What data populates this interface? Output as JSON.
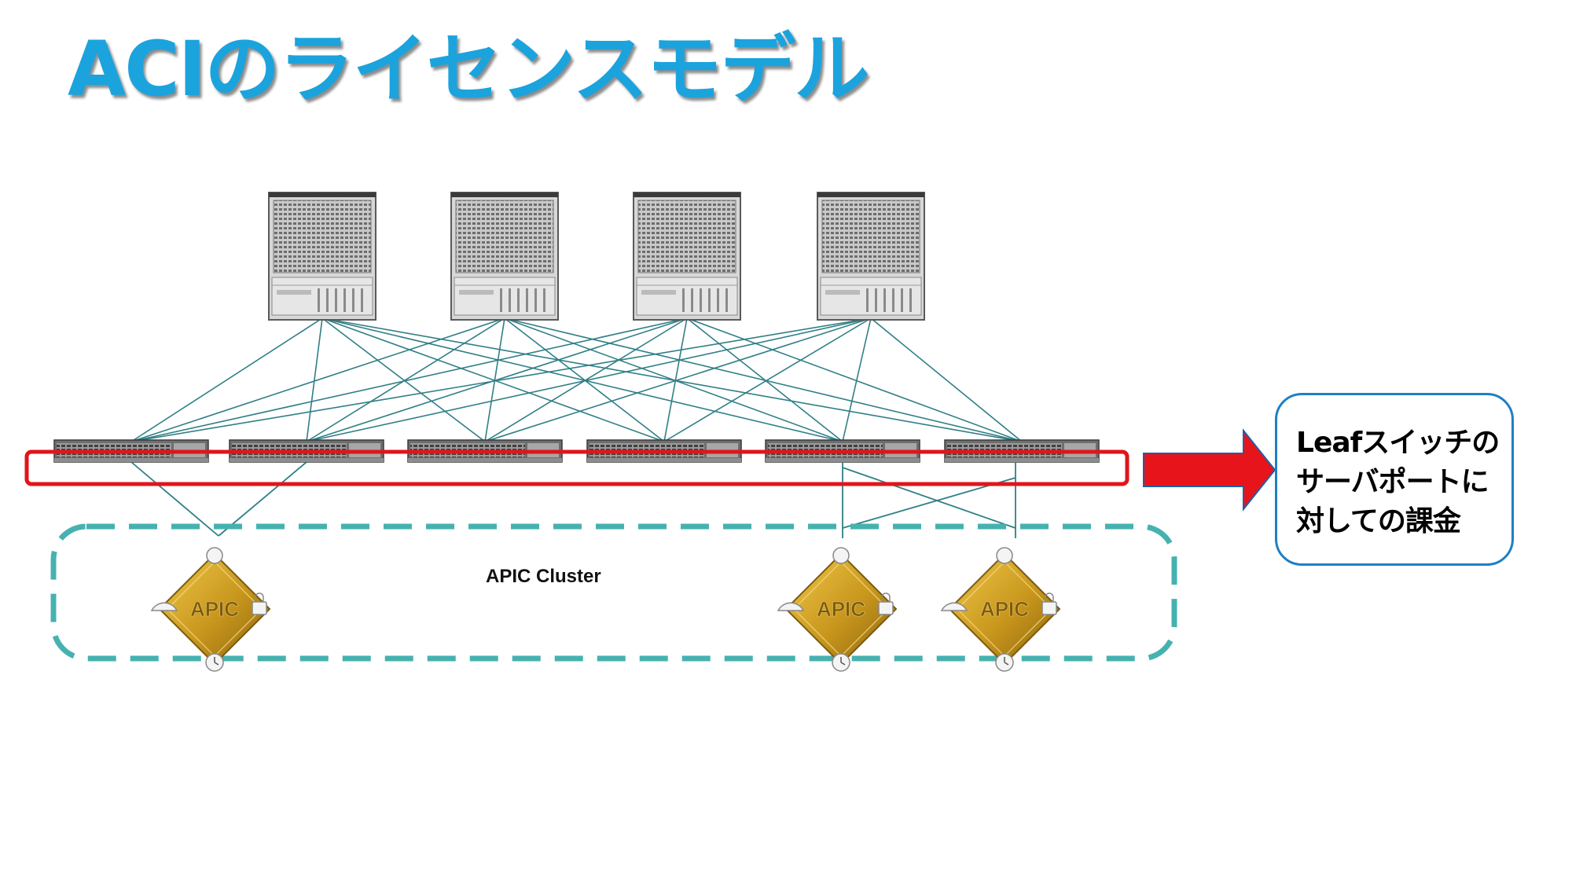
{
  "title": "ACIのライセンスモデル",
  "callout": {
    "lines": [
      "Leafスイッチの",
      "サーバポートに",
      "対しての課金"
    ]
  },
  "cluster_label": "APIC Cluster",
  "apic_label": "APIC",
  "colors": {
    "title": "#1ba3dd",
    "link": "#2f7f86",
    "highlight_box": "#e0151b",
    "arrow": "#e8141b",
    "arrow_edge": "#1f5ea8",
    "cluster_border": "#46b2b0",
    "callout_border": "#1f7fc4",
    "apic_gold": "#c8961c"
  },
  "icons": {
    "spine": "spine-switch-icon",
    "leaf": "leaf-switch-icon",
    "apic": "apic-controller-icon",
    "arrow": "right-arrow-icon"
  }
}
